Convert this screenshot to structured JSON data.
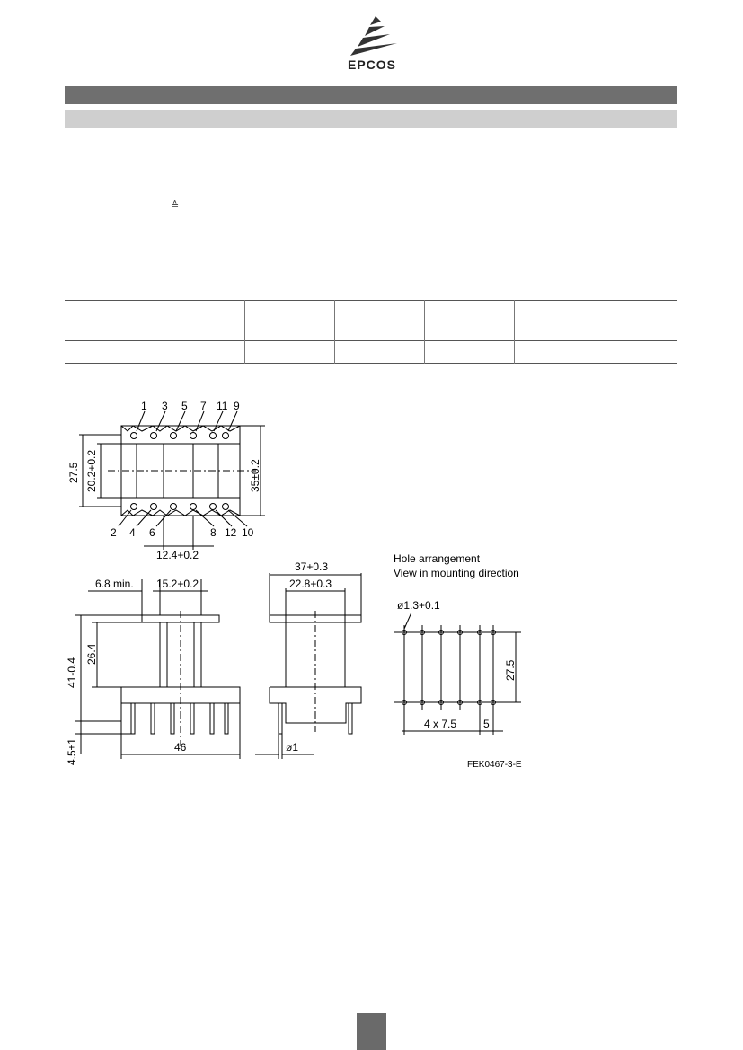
{
  "header": {
    "brand": "EPCOS",
    "symbol": "≙"
  },
  "drawing": {
    "top_view": {
      "pins_top": [
        "1",
        "3",
        "5",
        "7",
        "11",
        "9"
      ],
      "pins_bottom": [
        "2",
        "4",
        "6",
        "8",
        "12",
        "10"
      ],
      "dim_left_outer": "27.5",
      "dim_left_inner": "20.2+0.2",
      "dim_right": "35±0.2",
      "dim_bottom": "12.4+0.2"
    },
    "front_view": {
      "dim_flange": "6.8 min.",
      "dim_core": "15.2+0.2",
      "dim_height": "41-0.4",
      "dim_inner_height": "26.4",
      "dim_pin_length": "4.5±1",
      "dim_width": "46"
    },
    "side_view": {
      "dim_outer": "37+0.3",
      "dim_inner": "22.8+0.3",
      "dim_pin_dia": "ø1"
    },
    "hole_arrangement": {
      "title_line1": "Hole arrangement",
      "title_line2": "View in mounting direction",
      "dim_hole": "ø1.3+0.1",
      "dim_spacing": "4 x 7.5",
      "dim_last": "5",
      "dim_rows": "27.5"
    },
    "figure_code": "FEK0467-3-E"
  }
}
